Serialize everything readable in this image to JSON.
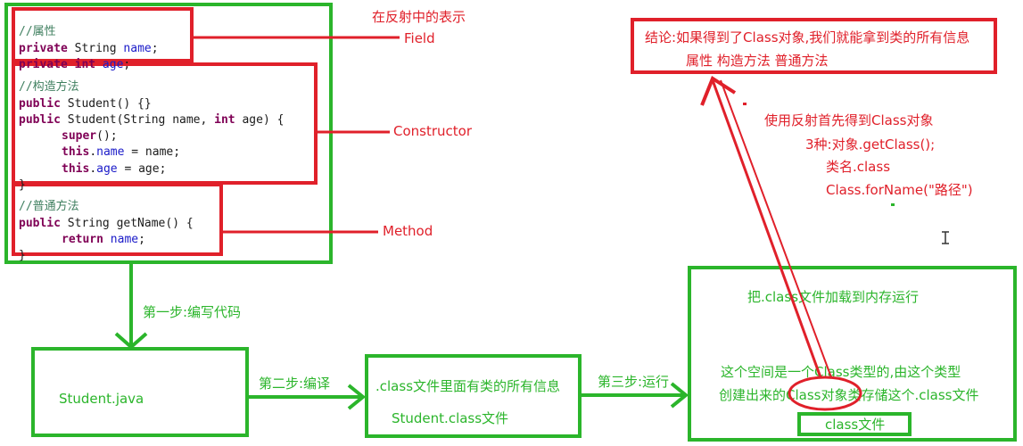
{
  "code": {
    "field_comment": "//属性",
    "field_line1": {
      "kw": "private",
      "rest": " String ",
      "name": "name",
      "end": ";"
    },
    "field_line2": {
      "kw": "private int",
      "rest": " ",
      "name": "age",
      "end": ";"
    },
    "ctor_comment": "//构造方法",
    "ctor_line1": {
      "kw": "public",
      "rest": " Student() {}"
    },
    "ctor_line2": {
      "kw": "public",
      "rest": " Student(String name, ",
      "kw2": "int",
      "rest2": " age) {"
    },
    "ctor_line3": {
      "kw": "super",
      "rest": "();"
    },
    "ctor_line4": {
      "kw": "this",
      "dot": ".",
      "name": "name",
      "rest": " = name;"
    },
    "ctor_line5": {
      "kw": "this",
      "dot": ".",
      "name": "age",
      "rest": " = age;"
    },
    "ctor_close": "}",
    "method_comment": "//普通方法",
    "method_line1": {
      "kw": "public",
      "rest": " String getName() {"
    },
    "method_line2": {
      "kw": "return",
      "rest": " ",
      "name": "name",
      "end": ";"
    },
    "method_close": "}"
  },
  "labels": {
    "reflection_title": "在反射中的表示",
    "field": "Field",
    "constructor": "Constructor",
    "method": "Method",
    "conclusion_line1": "结论:如果得到了Class对象,我们就能拿到类的所有信息",
    "conclusion_line2": "属性  构造方法 普通方法",
    "usage_line1": "使用反射首先得到Class对象",
    "usage_line2": "3种:对象.getClass();",
    "usage_line3": "类名.class",
    "usage_line4": "Class.forName(\"路径\")",
    "step1": "第一步:编写代码",
    "step2": "第二步:编译",
    "step3": "第三步:运行",
    "student_java": "Student.java",
    "class_info": ".class文件里面有类的所有信息",
    "student_class": "Student.class文件",
    "load_run": "把.class文件加载到内存运行",
    "space_line1": "这个空间是一个Class类型的,由这个类型",
    "space_line2": "创建出来的Class对象类存储这个.class文件",
    "class_file": "class文件"
  },
  "colors": {
    "green": "#2bb52b",
    "red": "#e0202a"
  }
}
